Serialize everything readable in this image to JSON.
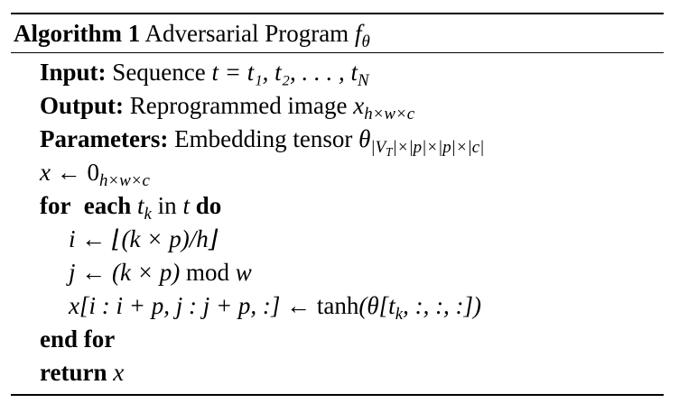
{
  "algorithm": {
    "label": "Algorithm 1",
    "title": "Adversarial Program",
    "title_symbol": "f",
    "title_symbol_sub": "θ"
  },
  "lines": {
    "input_kw": "Input:",
    "input_text": "Sequence",
    "input_math": "t = t₁, t₂, . . . , t",
    "input_sub": "N",
    "output_kw": "Output:",
    "output_text": "Reprogrammed image",
    "output_math": "x",
    "output_sub": "h×w×c",
    "params_kw": "Parameters:",
    "params_text": "Embedding tensor",
    "params_math": "θ",
    "params_sub": "|V",
    "params_sub2": "T",
    "params_sub3": "|×|p|×|p|×|c|",
    "init_lhs": "x",
    "init_arrow": "←",
    "init_rhs": "0",
    "init_sub": "h×w×c",
    "for_kw": "for",
    "for_each": "each",
    "for_var": "t",
    "for_var_sub": "k",
    "for_in": "in",
    "for_t": "t",
    "for_do": "do",
    "i_line": "i ← ⌊(k × p)/h⌋",
    "j_line_a": "j ← (k × p)",
    "j_line_mod": "mod",
    "j_line_b": "w",
    "x_assign_a": "x[i : i + p, j : j + p, :] ←",
    "x_assign_tanh": "tanh",
    "x_assign_b": "(θ[t",
    "x_assign_sub": "k",
    "x_assign_c": ", :, :, :])",
    "end_for": "end for",
    "return_kw": "return",
    "return_var": "x"
  }
}
